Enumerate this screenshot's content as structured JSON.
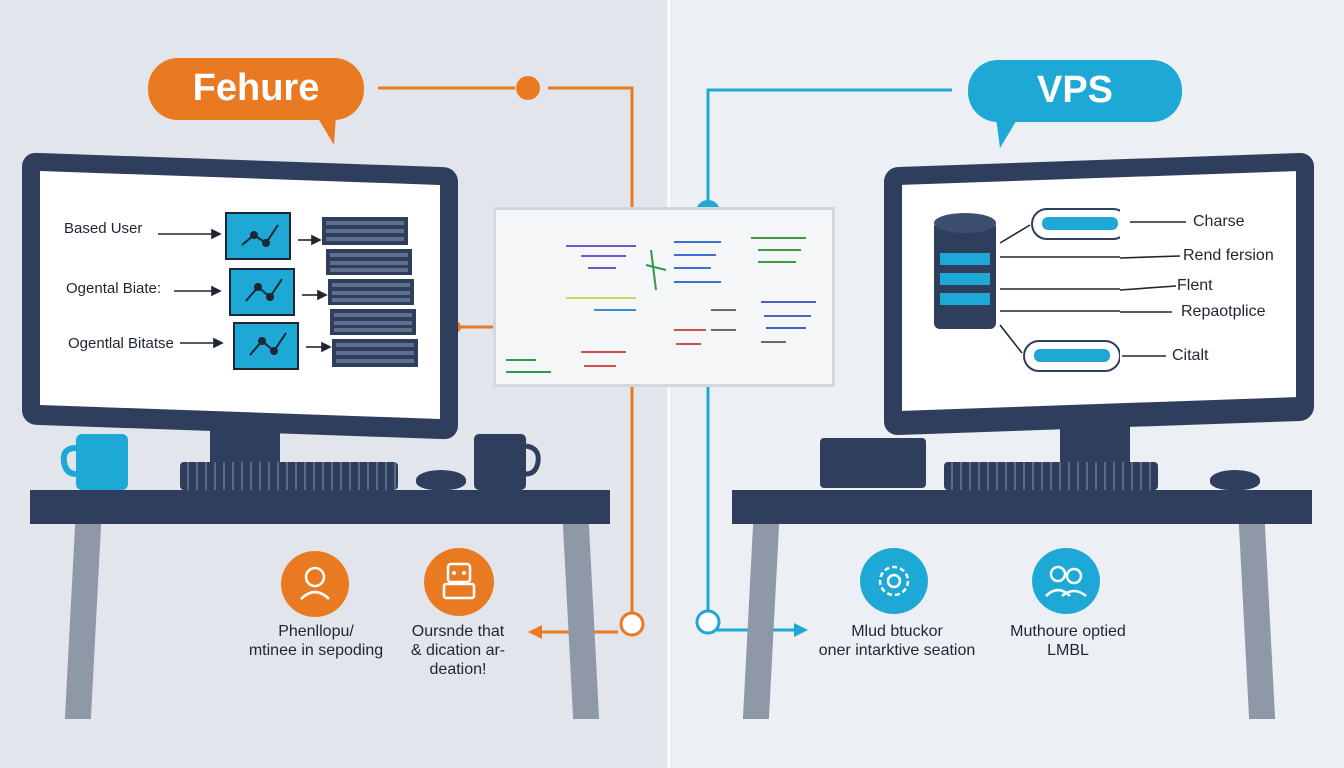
{
  "left_panel": {
    "title": "Fehure",
    "rows": [
      "Based User",
      "Ogental Biate:",
      "Ogentlal Bitatse"
    ],
    "captions": [
      {
        "line1": "Phenllopu/",
        "line2": "mtinee in sepoding",
        "line3": ""
      },
      {
        "line1": "Oursnde that",
        "line2": "& dication ar-",
        "line3": "deation!"
      }
    ]
  },
  "right_panel": {
    "title": "VPS",
    "labels": [
      "Charse",
      "Rend fersion",
      "Flent",
      "Repaotplice",
      "Citalt"
    ],
    "captions": [
      {
        "line1": "Mlud btuckor",
        "line2": "oner intarktive seation"
      },
      {
        "line1": "Muthoure optied",
        "line2": "LMBL"
      }
    ]
  },
  "colors": {
    "orange": "#ea7a22",
    "cyan": "#1ea8d6",
    "navy": "#2f3e5c",
    "leg": "#8e98a7"
  },
  "icons": [
    "person-icon",
    "robot-icon",
    "gear-icon",
    "people-icon"
  ]
}
